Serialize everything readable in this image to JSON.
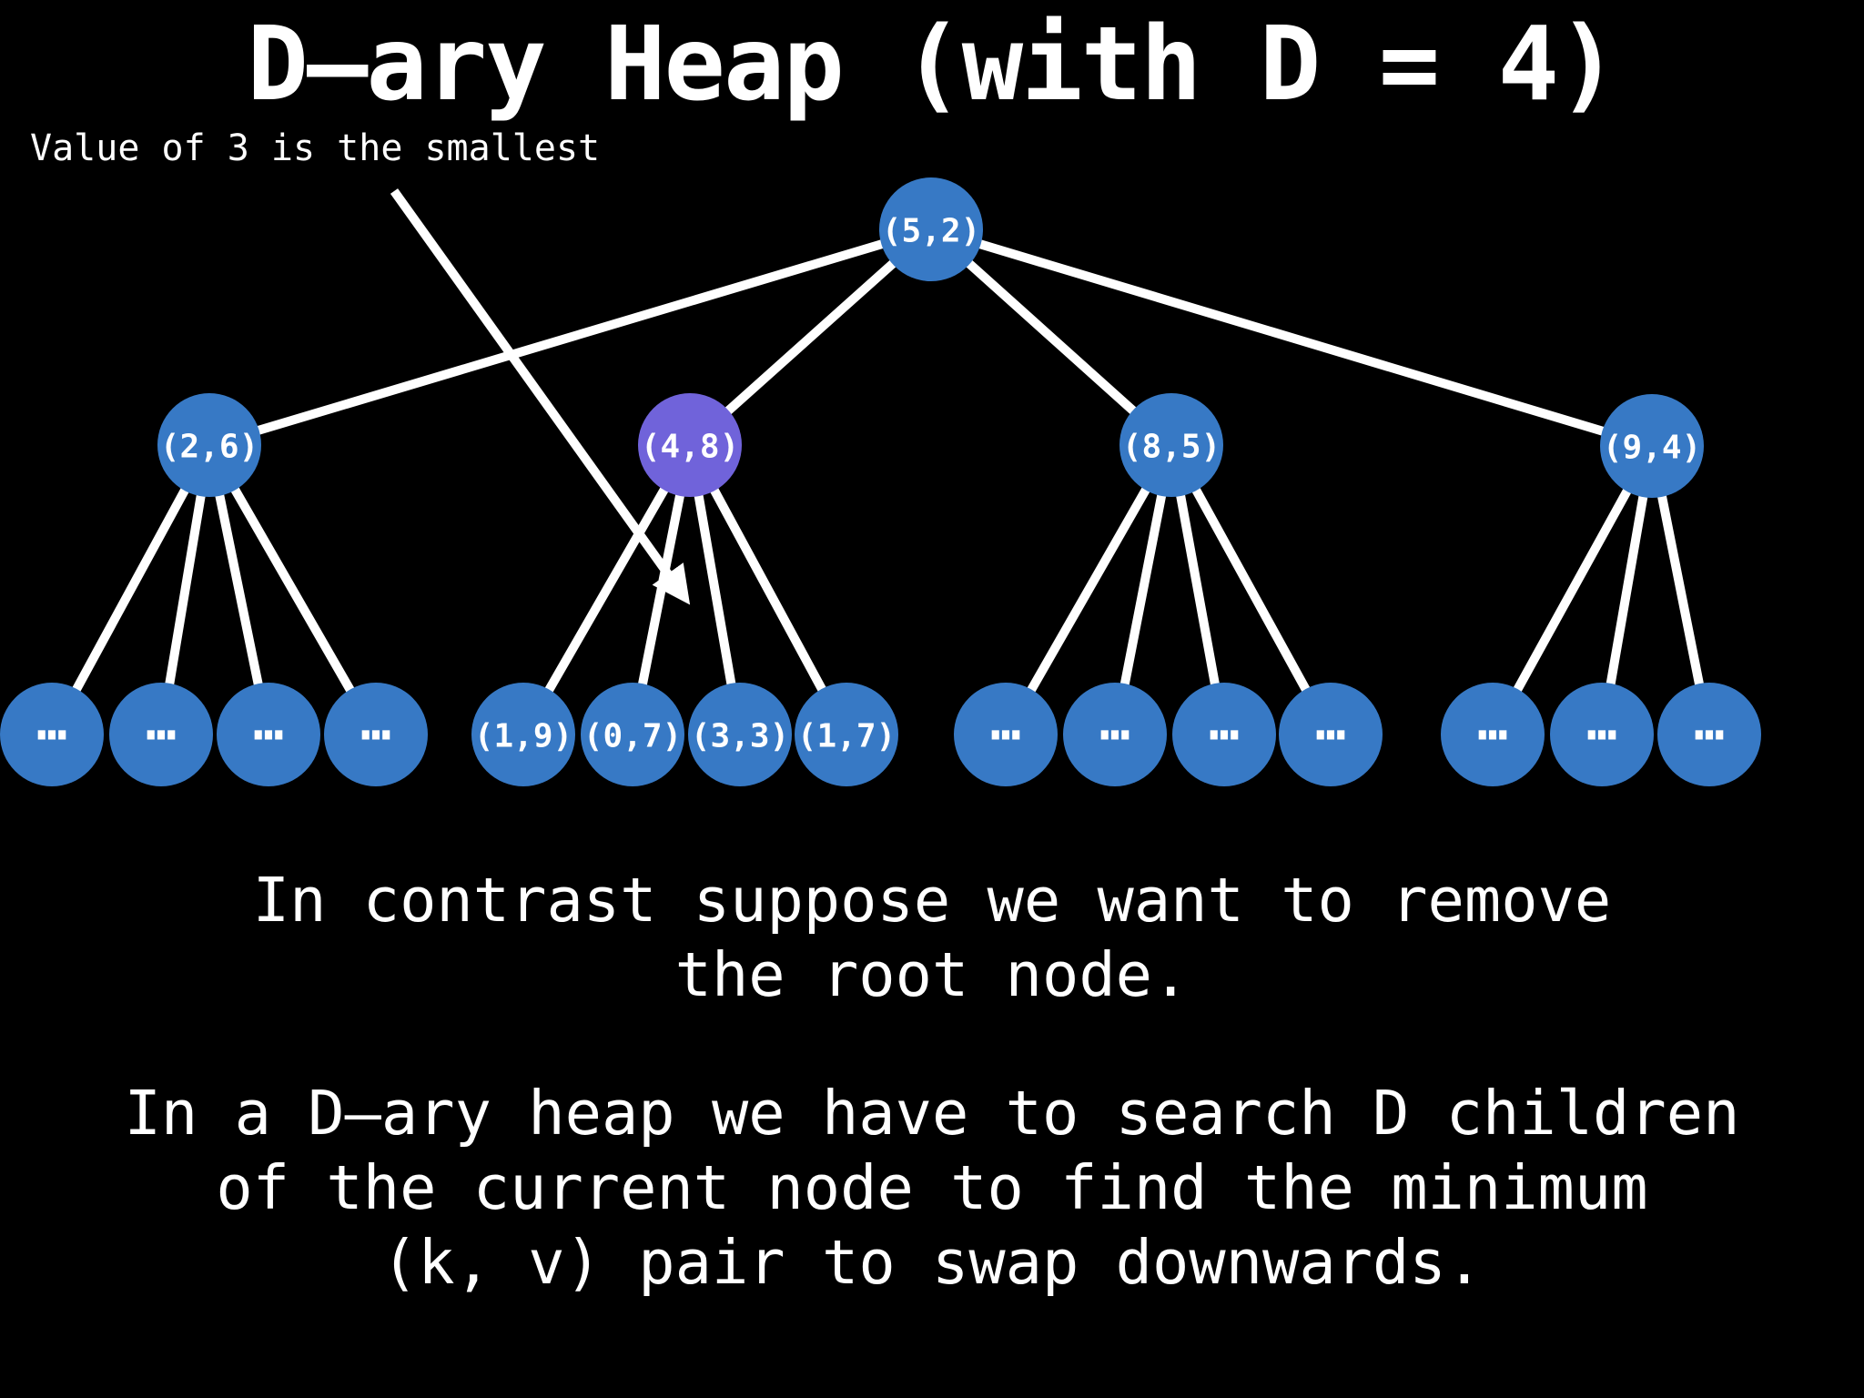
{
  "title": "D–ary Heap (with D = 4)",
  "annotation": "Value of 3 is the smallest",
  "tree": {
    "root": "(5,2)",
    "level2": [
      "(2,6)",
      "(4,8)",
      "(8,5)",
      "(9,4)"
    ],
    "highlighted_node": "(4,8)",
    "leaves_group1": [
      "…",
      "…",
      "…",
      "…"
    ],
    "leaves_group2": [
      "(1,9)",
      "(0,7)",
      "(3,3)",
      "(1,7)"
    ],
    "leaves_group3": [
      "…",
      "…",
      "…",
      "…"
    ],
    "leaves_group4": [
      "…",
      "…",
      "…"
    ]
  },
  "body_text": {
    "p1_line1": "In contrast suppose we want to remove",
    "p1_line2": "the root node.",
    "p2_line1": "In a D–ary heap we have to search D children",
    "p2_line2": "of the current node to find the minimum",
    "p2_line3": "(k, v) pair to swap downwards."
  },
  "colors": {
    "background": "#000000",
    "node_blue": "#3779C5",
    "node_highlight_purple": "#7063DA",
    "edge": "#FFFFFF",
    "text": "#FFFFFF"
  }
}
